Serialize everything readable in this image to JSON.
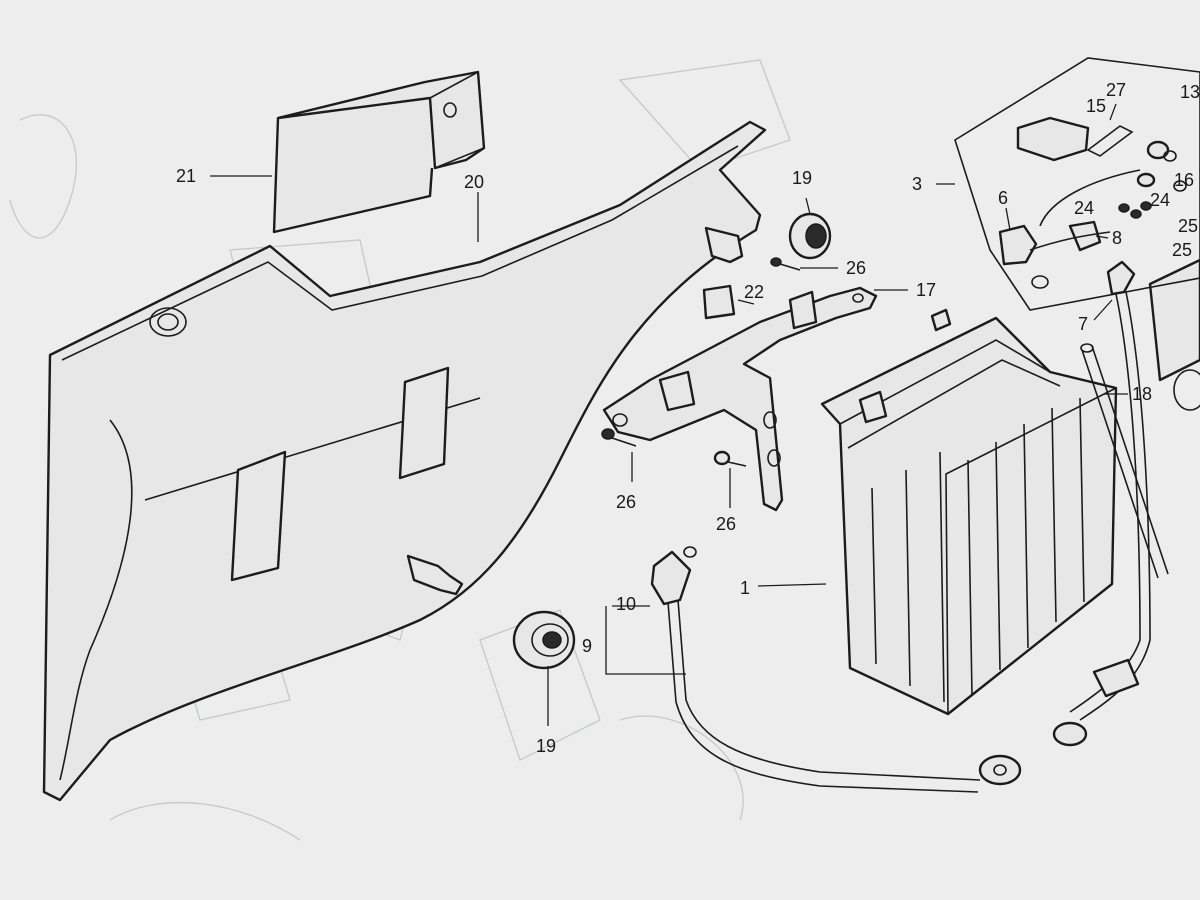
{
  "diagram": {
    "callouts": {
      "c21": "21",
      "c20": "20",
      "c19_top": "19",
      "c26_top": "26",
      "c22": "22",
      "c17": "17",
      "c26_left": "26",
      "c26_mid": "26",
      "c1": "1",
      "c10": "10",
      "c9": "9",
      "c19_bottom": "19",
      "c18": "18",
      "c7": "7",
      "c3": "3",
      "c6": "6",
      "c8": "8",
      "c27": "27",
      "c15": "15",
      "c13": "13",
      "c16": "16",
      "c24a": "24",
      "c24b": "24",
      "c25a": "25",
      "c25b": "25"
    }
  }
}
